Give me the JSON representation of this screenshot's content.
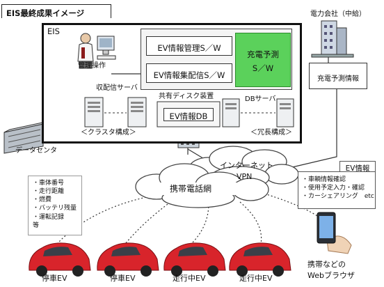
{
  "title": "EIS最終成果イメージ",
  "eis_label": "EIS",
  "admin": {
    "label": "管理操作"
  },
  "software": {
    "ev_mgmt": "EV情報管理S／W",
    "ev_dist": "EV情報集配信S／W",
    "charge_forecast_line1": "充電予測",
    "charge_forecast_line2": "S／W"
  },
  "servers": {
    "delivery_server": "収配信サーバ",
    "shared_disk": "共有ディスク装置",
    "ev_db": "EV情報DB",
    "db_server": "DBサーバ",
    "cluster": "＜クラスタ構成＞",
    "redundant": "＜冗長構成＞"
  },
  "data_center": "データセンタ",
  "power_company": {
    "label": "電力会社（中給）",
    "forecast_info": "充電予測情報"
  },
  "network": {
    "internet_line1": "インターネット",
    "internet_line2": "VPN",
    "mobile": "携帯電話網"
  },
  "vehicle_data": [
    "・車体番号",
    "・走行距離",
    "・燃費",
    "・バッテリ残量",
    "・運転記録",
    "等"
  ],
  "ev_info": {
    "title": "EV情報",
    "items": [
      "・車輌情報確認",
      "・使用予定入力・確認",
      "・カーシェアリング　etc"
    ]
  },
  "cars": [
    "停車EV",
    "停車EV",
    "走行中EV",
    "走行中EV"
  ],
  "phone_label_line1": "携帯などの",
  "phone_label_line2": "Webブラウザ",
  "colors": {
    "charge_green": "#5bd15b",
    "car_red": "#d8242b",
    "cloud": "#ffffff"
  }
}
